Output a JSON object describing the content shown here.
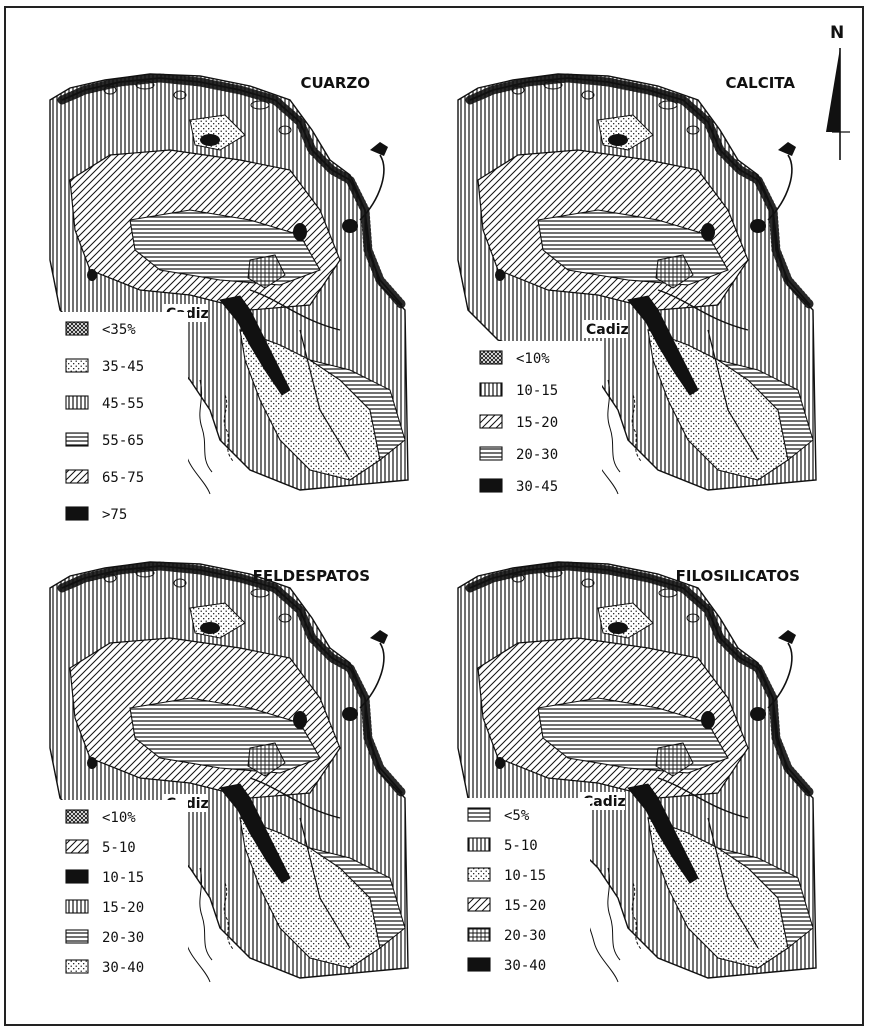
{
  "north_label": "N",
  "colors": {
    "ink": "#111111",
    "background": "#ffffff"
  },
  "maps": [
    {
      "id": "cuarzo",
      "title": "CUARZO",
      "city_label": "Cadiz",
      "legend": [
        {
          "label": "<35%",
          "pattern": "crosshatch"
        },
        {
          "label": "35-45",
          "pattern": "dots"
        },
        {
          "label": "45-55",
          "pattern": "vertical"
        },
        {
          "label": "55-65",
          "pattern": "horizontal"
        },
        {
          "label": "65-75",
          "pattern": "diagonal"
        },
        {
          "label": ">75",
          "pattern": "solid"
        }
      ]
    },
    {
      "id": "calcita",
      "title": "CALCITA",
      "city_label": "Cadiz",
      "legend": [
        {
          "label": "<10%",
          "pattern": "crosshatch"
        },
        {
          "label": "10-15",
          "pattern": "vertical"
        },
        {
          "label": "15-20",
          "pattern": "diagonal"
        },
        {
          "label": "20-30",
          "pattern": "horizontal"
        },
        {
          "label": "30-45",
          "pattern": "solid"
        }
      ]
    },
    {
      "id": "feldespatos",
      "title": "FELDESPATOS",
      "city_label": "Cadiz",
      "legend": [
        {
          "label": "<10%",
          "pattern": "crosshatch"
        },
        {
          "label": "5-10",
          "pattern": "diagonal"
        },
        {
          "label": "10-15",
          "pattern": "solid"
        },
        {
          "label": "15-20",
          "pattern": "vertical"
        },
        {
          "label": "20-30",
          "pattern": "horizontal"
        },
        {
          "label": "30-40",
          "pattern": "dots"
        }
      ]
    },
    {
      "id": "filosilicatos",
      "title": "FILOSILICATOS",
      "city_label": "Cadiz",
      "legend": [
        {
          "label": "<5%",
          "pattern": "horizontal"
        },
        {
          "label": "5-10",
          "pattern": "vertical"
        },
        {
          "label": "10-15",
          "pattern": "dots"
        },
        {
          "label": "15-20",
          "pattern": "diagonal"
        },
        {
          "label": "20-30",
          "pattern": "grid"
        },
        {
          "label": "30-40",
          "pattern": "solid"
        }
      ]
    }
  ]
}
